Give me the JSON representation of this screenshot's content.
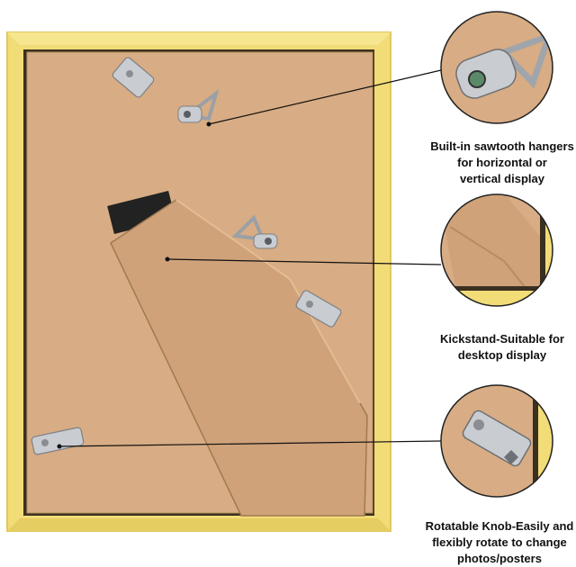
{
  "colors": {
    "frame": "#f2dc78",
    "frame_shadow": "#d9c25a",
    "backing": "#d8ac84",
    "kickstand": "#cfa27a",
    "metal": "#c9ccd0",
    "leader": "#111111"
  },
  "callouts": [
    {
      "lines": [
        "Built-in sawtooth hangers",
        "for horizontal or",
        "vertical display"
      ]
    },
    {
      "lines": [
        "Kickstand-Suitable for",
        "desktop  display"
      ]
    },
    {
      "lines": [
        "Rotatable Knob-Easily and",
        "flexibly rotate to change",
        "photos/posters"
      ]
    }
  ]
}
